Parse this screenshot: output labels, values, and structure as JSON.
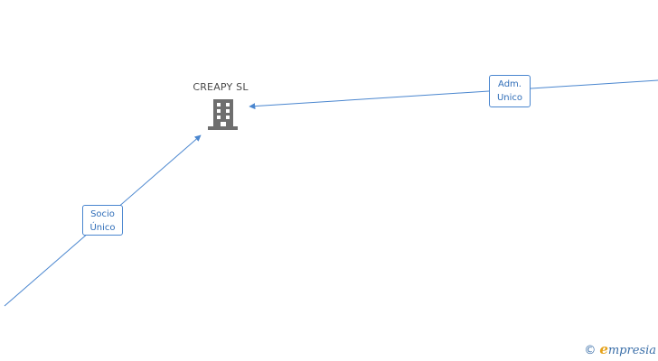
{
  "company": {
    "name": "CREAPY SL",
    "icon": "building-icon"
  },
  "edges": [
    {
      "id": "socio",
      "label_lines": [
        "Socio",
        "Único"
      ]
    },
    {
      "id": "adm",
      "label_lines": [
        "Adm.",
        "Unico"
      ]
    }
  ],
  "colors": {
    "edge": "#4a86cf",
    "icon": "#6e6e6e",
    "brand_accent": "#e5a21a",
    "brand": "#3a6ea8"
  },
  "brand": {
    "copyright": "©",
    "initial": "e",
    "rest": "mpresia"
  }
}
